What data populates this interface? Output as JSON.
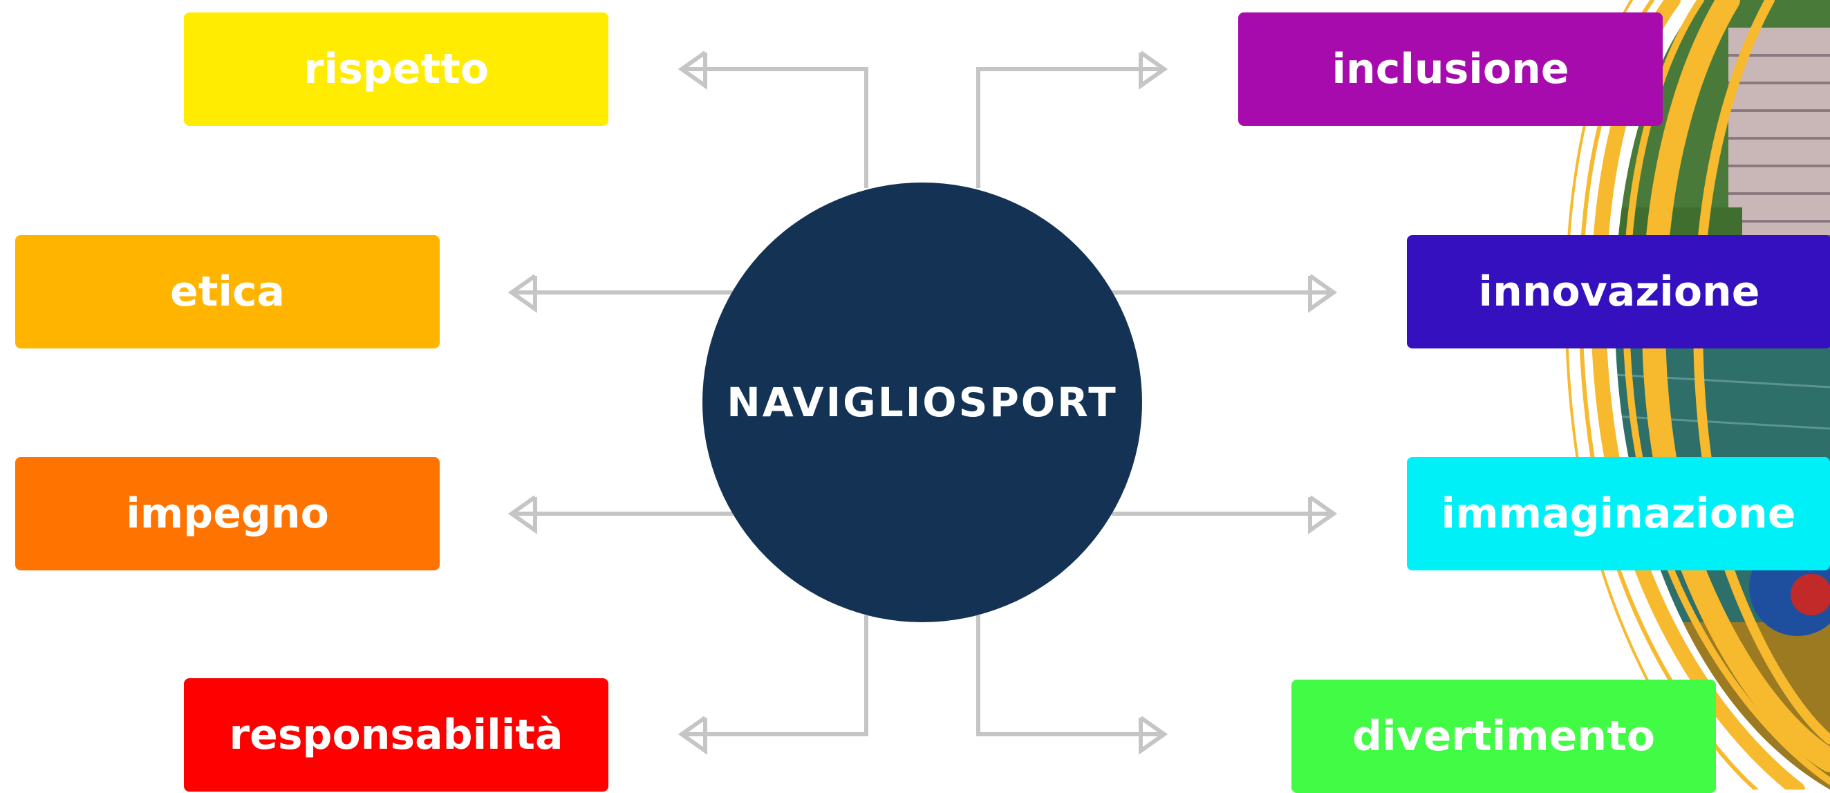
{
  "center": {
    "label": "NAVIGLIOSPORT",
    "color": "#133254"
  },
  "connector_color": "#c5c5c5",
  "values": [
    {
      "id": "rispetto",
      "label": "rispetto",
      "color": "#ffec00"
    },
    {
      "id": "etica",
      "label": "etica",
      "color": "#ffb500"
    },
    {
      "id": "impegno",
      "label": "impegno",
      "color": "#ff7300"
    },
    {
      "id": "responsabilita",
      "label": "responsabilità",
      "color": "#fe0000"
    },
    {
      "id": "inclusione",
      "label": "inclusione",
      "color": "#a70aad"
    },
    {
      "id": "innovazione",
      "label": "innovazione",
      "color": "#3410bf"
    },
    {
      "id": "immaginazione",
      "label": "immaginazione",
      "color": "#00f0f7"
    },
    {
      "id": "divertimento",
      "label": "divertimento",
      "color": "#42fb45"
    }
  ],
  "decoration": {
    "swirl_color": "#f7b92d",
    "photo_water_color": "#2f6f6a"
  }
}
